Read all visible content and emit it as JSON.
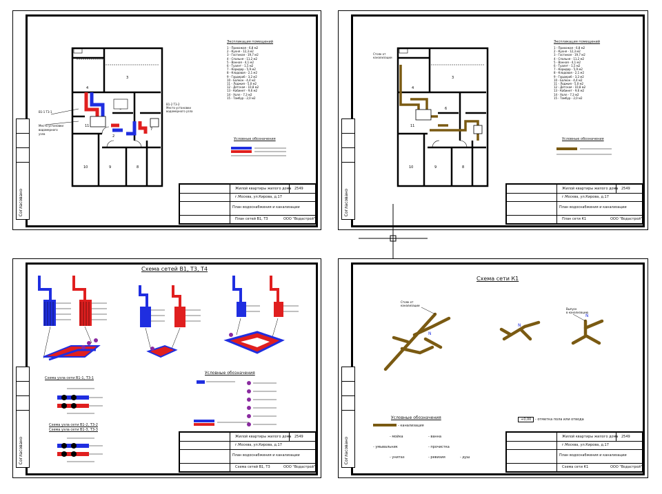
{
  "sheets": {
    "s1": {
      "title_block": {
        "project": "Жилой квартиры жилого дома",
        "address": "г.Москва, ул.Кирова, д.17",
        "code": "2549",
        "drawing_title": "План водоснабжения и канализации",
        "sheet_name": "План сетей В1, Т3",
        "company": "ООО \"Водастрой\""
      },
      "legend_title": "Условные обозначения",
      "explication_title": "Экспликация помещений",
      "explication": [
        "1 - Прихожая - 6,8 м2",
        "2 - Кухня - 12,3 м2",
        "3 - Гостиная - 19,7 м2",
        "4 - Спальня - 11,2 м2",
        "5 - Ванная - 4,1 м2",
        "6 - Туалет - 1,5 м2",
        "7 - Коридор - 5,9 м2",
        "8 - Кладовая - 2,1 м2",
        "9 - Гардероб - 3,2 м2",
        "10 - Балкон - 4,4 м2",
        "11 - Лоджия - 5,0 м2",
        "12 - Детская - 10,8 м2",
        "13 - Кабинет - 9,6 м2",
        "14 - Холл - 7,3 м2",
        "15 - Тамбур - 2,0 м2"
      ]
    },
    "s2": {
      "title_block": {
        "project": "Жилой квартиры жилого дома",
        "address": "г.Москва, ул.Кирова, д.17",
        "code": "2549",
        "drawing_title": "План водоснабжения и канализации",
        "sheet_name": "План сети К1",
        "company": "ООО \"Водастрой\""
      },
      "legend_title": "Условные обозначения",
      "explication_title": "Экспликация помещений"
    },
    "s3": {
      "title": "Схема сетей В1, Т3, Т4",
      "legend_title": "Условные обозначения",
      "node1_title": "Схема узла сети В1-1, Т3-1",
      "node2_title": "Схема узла сети В1-2, Т3-2",
      "node3_title": "Схема узла сети В1-3, Т3-3",
      "title_block": {
        "project": "Жилой квартиры жилого дома",
        "address": "г.Москва, ул.Кирова, д.17",
        "code": "2549",
        "drawing_title": "План водоснабжения и канализации",
        "sheet_name": "Схема сетей В1, Т3",
        "company": "ООО \"Водастрой\""
      }
    },
    "s4": {
      "title": "Схема сети К1",
      "legend_title": "Условные обозначения",
      "note": "- отметка пола или отвода",
      "title_block": {
        "project": "Жилой квартиры жилого дома",
        "address": "г.Москва, ул.Кирова, д.17",
        "code": "2549",
        "drawing_title": "План водоснабжения и канализации",
        "sheet_name": "Схема сети К1",
        "company": "ООО \"Водастрой\""
      },
      "legend_items": [
        "- канализация",
        "- мойка",
        "- умывальник",
        "- унитаз",
        "- ванна",
        "- прочистка",
        "- ревизия",
        "- душ"
      ]
    }
  },
  "colors": {
    "cold_water": "#1f2ee0",
    "hot_water": "#e01f1f",
    "sewer": "#7a5a12",
    "frame": "#000000"
  }
}
